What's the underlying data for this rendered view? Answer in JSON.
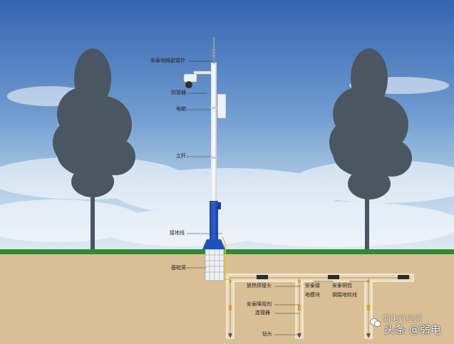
{
  "labels": {
    "lightning_rod": "安泰地線避雷针",
    "camera": "防雷器",
    "electric_box": "电箱",
    "pole": "立杆",
    "ground_wire": "接地线",
    "foundation_cage": "基础笼",
    "exothermic_joint": "放热焊接头",
    "ground_module_line1": "安泰接",
    "ground_module_line2": "地模块",
    "copper_clad_line1": "安泰铜包",
    "copper_clad_line2": "钢接地绞线",
    "resistance_agent": "安泰降阻剂",
    "connector": "连接器",
    "drill_bit": "钻头"
  },
  "watermark": {
    "text": "头条 @弱电",
    "overlay_text": "弱电行业网"
  },
  "colors": {
    "sky_top": "#3b67b3",
    "sky_bottom": "#cfe1ef",
    "grass": "#2f8a32",
    "soil": "#d9bf95",
    "pole_white": "#f2f4f5",
    "pole_blue": "#1f4fbf",
    "ground_wire": "#e3c63a",
    "tree": "#4a5661"
  }
}
